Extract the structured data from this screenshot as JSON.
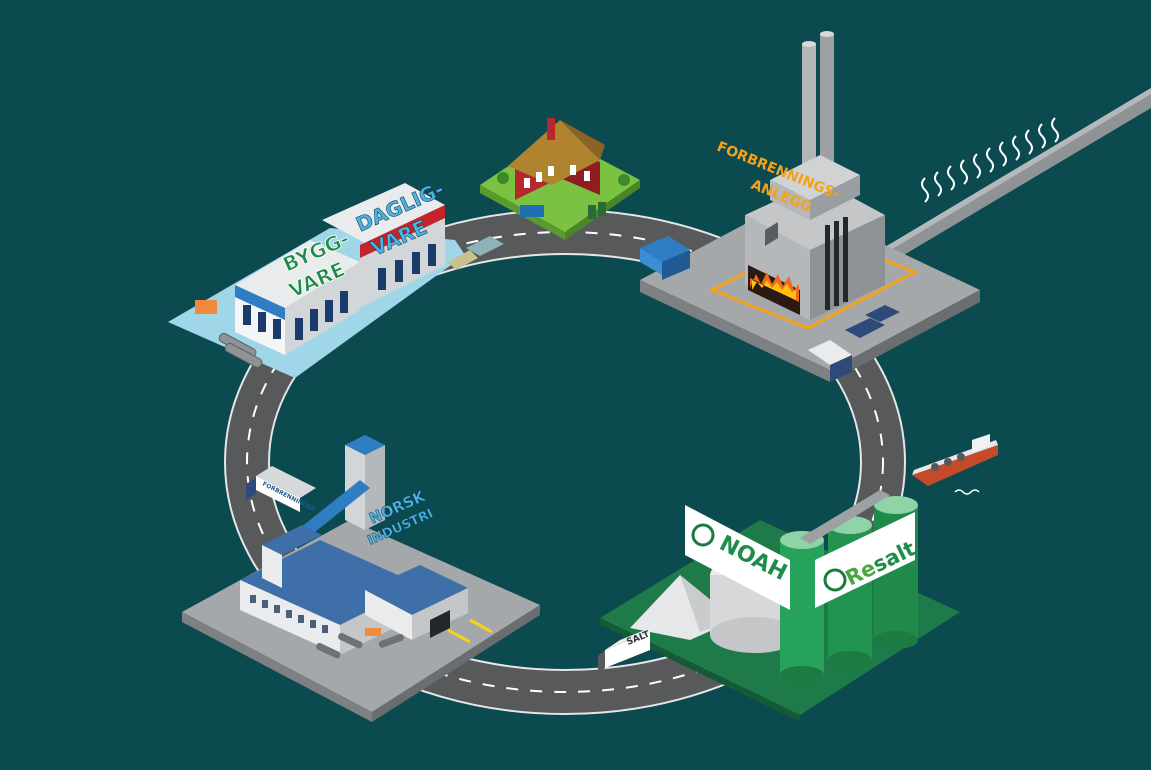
{
  "labels": {
    "byggvare_line1": "BYGG-",
    "byggvare_line2": "VARE",
    "dagligvare_line1": "DAGLIG-",
    "dagligvare_line2": "VARE",
    "forbrenning_line1": "FORBRENNINGS-",
    "forbrenning_line2": "ANLEGG",
    "norsk_line1": "NORSK",
    "norsk_line2": "INDUSTRI",
    "noah": "NOAH",
    "resalt_re": "Re",
    "resalt_salt": "salt",
    "salt_truck": "SALT",
    "forbrenning_truck": "FORBRENNINGER"
  },
  "colors": {
    "background": "#0b4a4f",
    "road": "#58595b",
    "label_blue": "#4db3e6",
    "label_orange": "#f4a21b",
    "label_green": "#1e8c4a",
    "resalt_green": "#4aa642"
  }
}
